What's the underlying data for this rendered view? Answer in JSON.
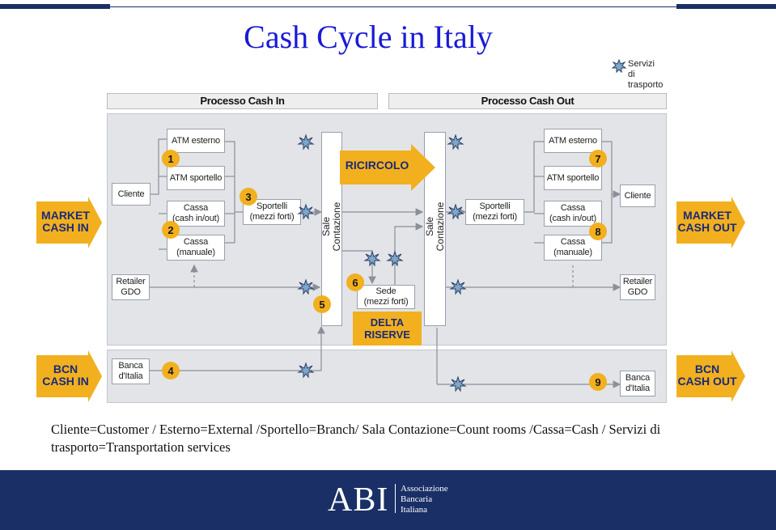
{
  "title": "Cash Cycle in Italy",
  "legend": {
    "label": "Servizi di\ntrasporto",
    "icon": "star-icon"
  },
  "headers": {
    "cash_in": "Processo Cash In",
    "cash_out": "Processo Cash Out"
  },
  "left": {
    "atm_esterno": "ATM esterno",
    "atm_sportello": "ATM sportello",
    "cassa_inout": "Cassa\n(cash in/out)",
    "cassa_manuale": "Cassa\n(manuale)",
    "cliente": "Cliente",
    "sportelli": "Sportelli\n(mezzi forti)",
    "retailer": "Retailer\nGDO",
    "banca": "Banca\nd'Italia"
  },
  "right": {
    "atm_esterno": "ATM esterno",
    "atm_sportello": "ATM sportello",
    "cassa_inout": "Cassa\n(cash in/out)",
    "cassa_manuale": "Cassa\n(manuale)",
    "cliente": "Cliente",
    "sportelli": "Sportelli\n(mezzi forti)",
    "retailer": "Retailer\nGDO",
    "banca": "Banca\nd'Italia"
  },
  "center": {
    "sale_left": "Sale\nContazione",
    "sale_right": "Sale\nContazione",
    "ricircolo": "RICIRCOLO",
    "sede": "Sede\n(mezzi forti)",
    "delta": "DELTA\nRISERVE"
  },
  "arrows": {
    "market_in": "MARKET\nCASH IN",
    "bcn_in": "BCN\nCASH IN",
    "market_out": "MARKET\nCASH OUT",
    "bcn_out": "BCN\nCASH OUT"
  },
  "numbers": [
    "1",
    "2",
    "3",
    "4",
    "5",
    "6",
    "7",
    "8",
    "9"
  ],
  "footnote": "Cliente=Customer / Esterno=External /Sportello=Branch/ Sala Contazione=Count rooms /Cassa=Cash / Servizi di trasporto=Transportation services",
  "footer": {
    "logo": "ABI",
    "org": "Associazione\nBancaria\nItaliana"
  },
  "colors": {
    "navy": "#1a2f66",
    "gold": "#f2b01e",
    "title_blue": "#1a1ad6"
  }
}
